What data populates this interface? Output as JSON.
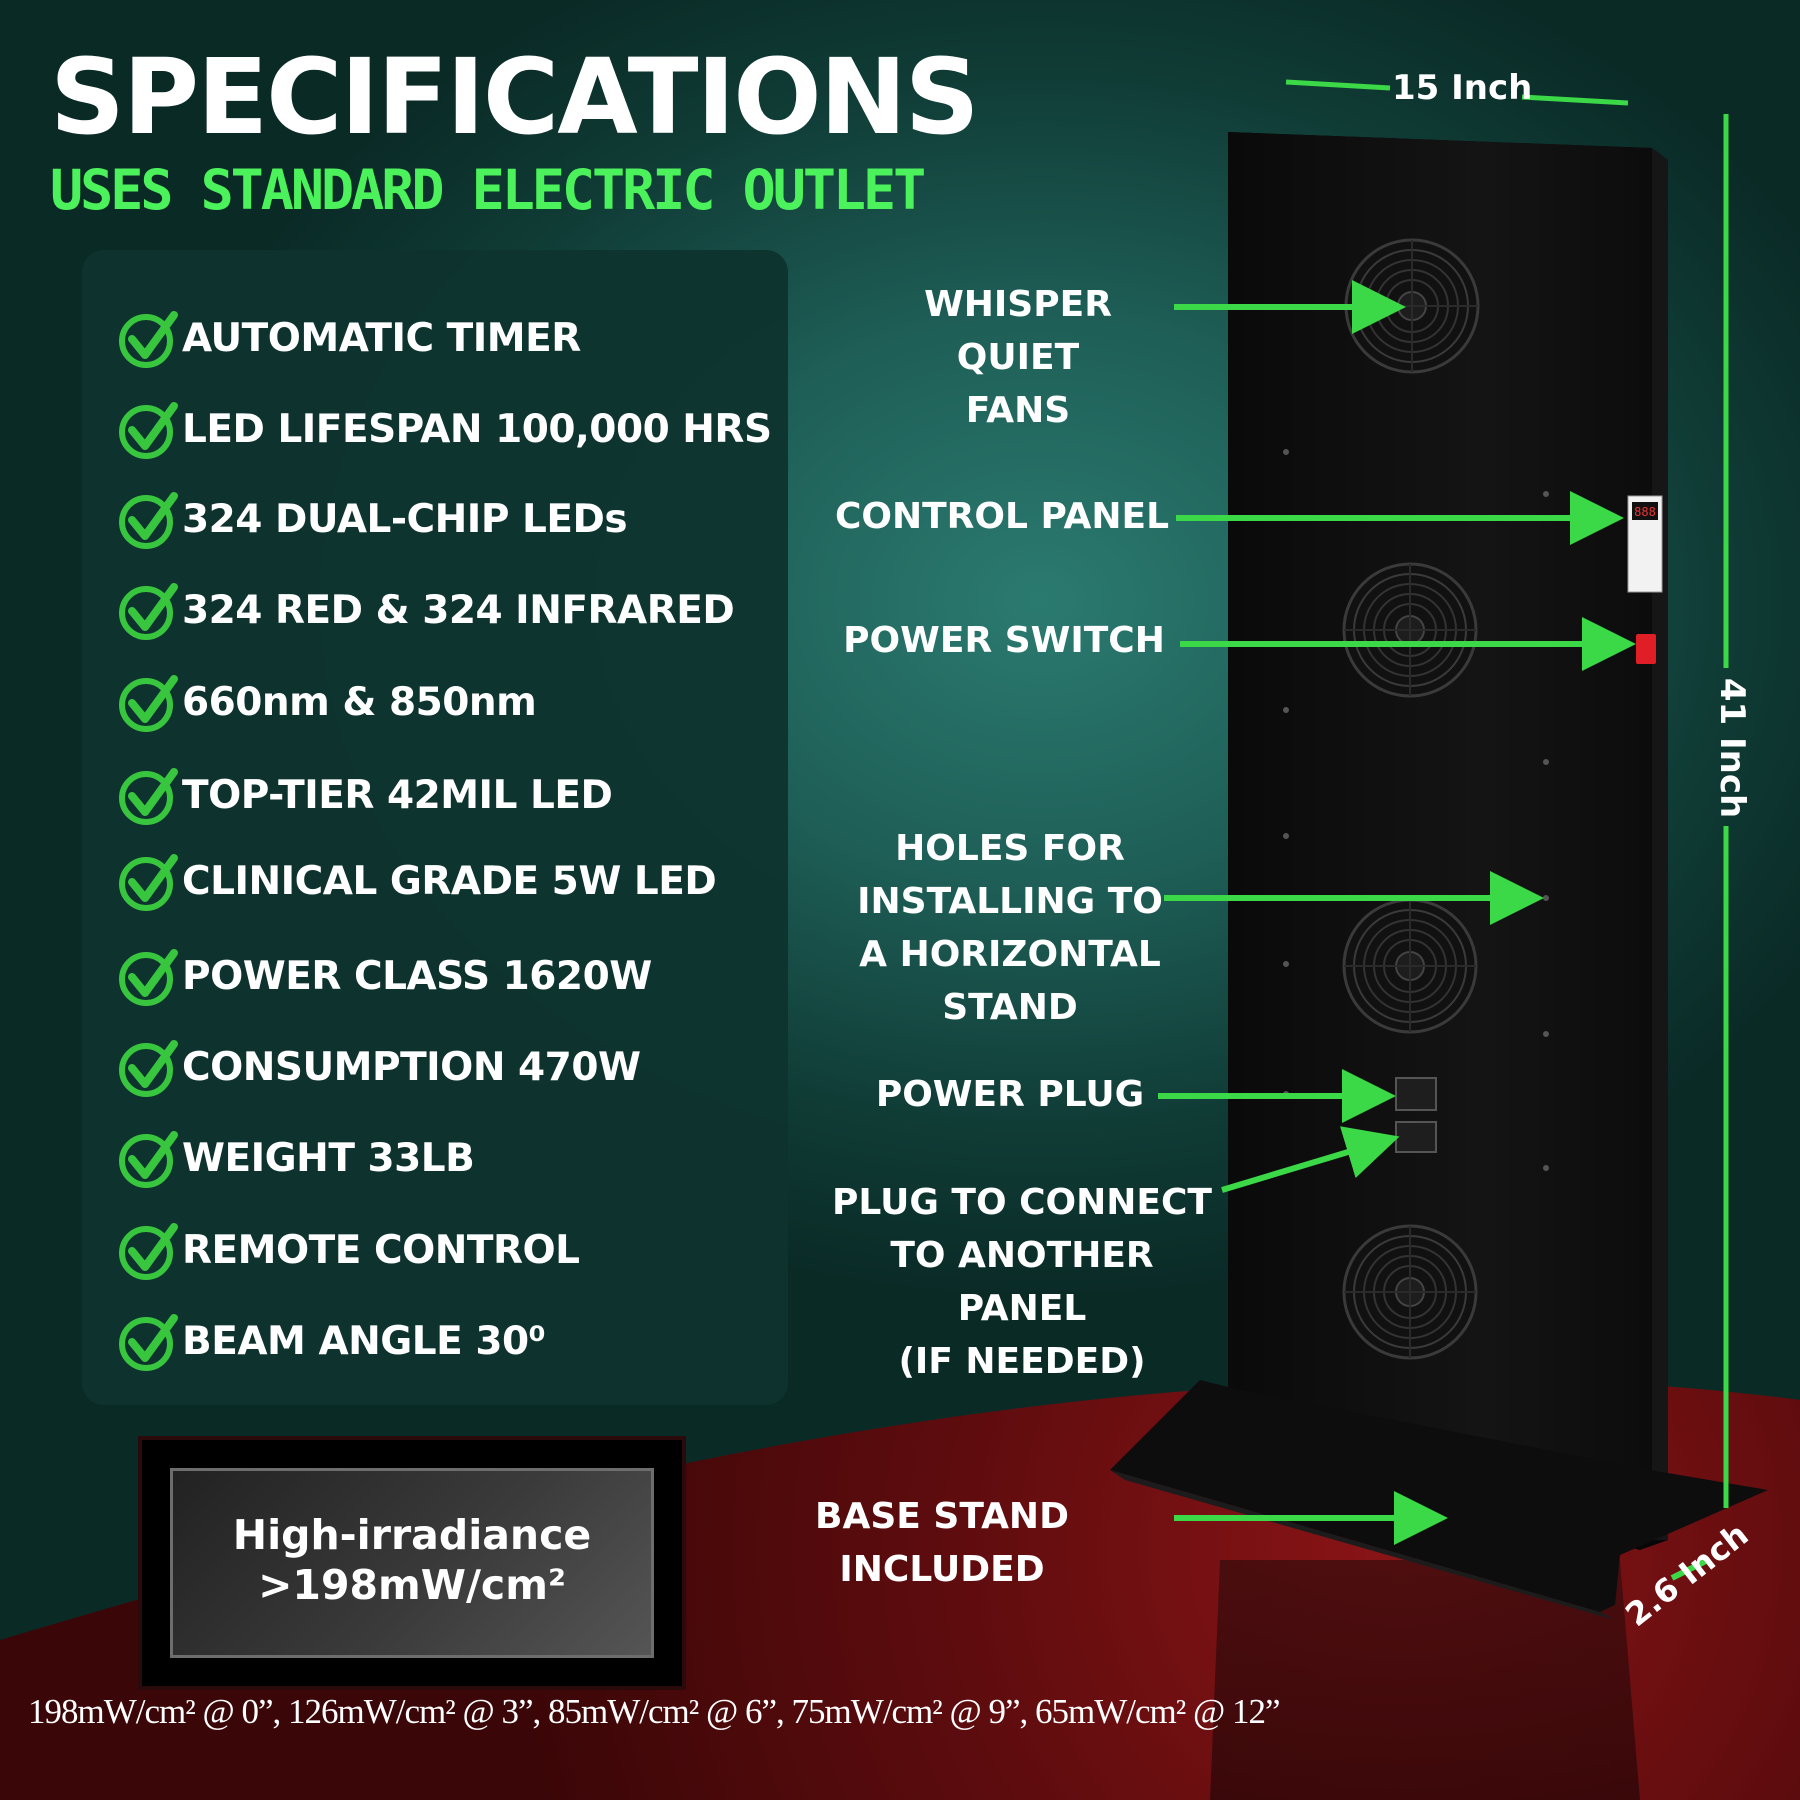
{
  "title": "SPECIFICATIONS",
  "subtitle": "USES STANDARD ELECTRIC OUTLET",
  "specs": [
    "AUTOMATIC TIMER",
    "LED LIFESPAN 100,000 HRS",
    "324 DUAL-CHIP LEDs",
    "324 RED & 324 INFRARED",
    "660nm & 850nm",
    "TOP-TIER 42MIL LED",
    "CLINICAL GRADE 5W LED",
    "POWER CLASS 1620W",
    "CONSUMPTION 470W",
    "WEIGHT 33LB",
    "REMOTE CONTROL",
    "BEAM ANGLE 30⁰"
  ],
  "callouts": {
    "fans": "WHISPER QUIET\nFANS",
    "control_panel": "CONTROL PANEL",
    "power_switch": "POWER SWITCH",
    "holes": "HOLES FOR\nINSTALLING TO\nA HORIZONTAL\nSTAND",
    "power_plug": "POWER PLUG",
    "connect_plug": "PLUG TO CONNECT\nTO ANOTHER PANEL\n(IF NEEDED)",
    "base": "BASE STAND INCLUDED"
  },
  "dimensions": {
    "width": "15 Inch",
    "height": "41 Inch",
    "depth": "2.6 Inch"
  },
  "badge": {
    "line1": "High-irradiance",
    "line2": ">198mW/cm²"
  },
  "irradiance_footer": "198mW/cm² @ 0”,  126mW/cm² @ 3”,  85mW/cm² @ 6”,  75mW/cm² @ 9”,  65mW/cm² @ 12”",
  "control_display": "888",
  "colors": {
    "accent_green": "#4cf25b",
    "arrow_green": "#3bd847",
    "check_green": "#39c63f",
    "panel_dark": "#0e3430",
    "floor_red": "#6a0f10",
    "device_black": "#0b0b0b",
    "switch_red": "#e01e26"
  },
  "icons": [
    "check-circle-icon",
    "fan-icon",
    "arrow-right-icon"
  ]
}
